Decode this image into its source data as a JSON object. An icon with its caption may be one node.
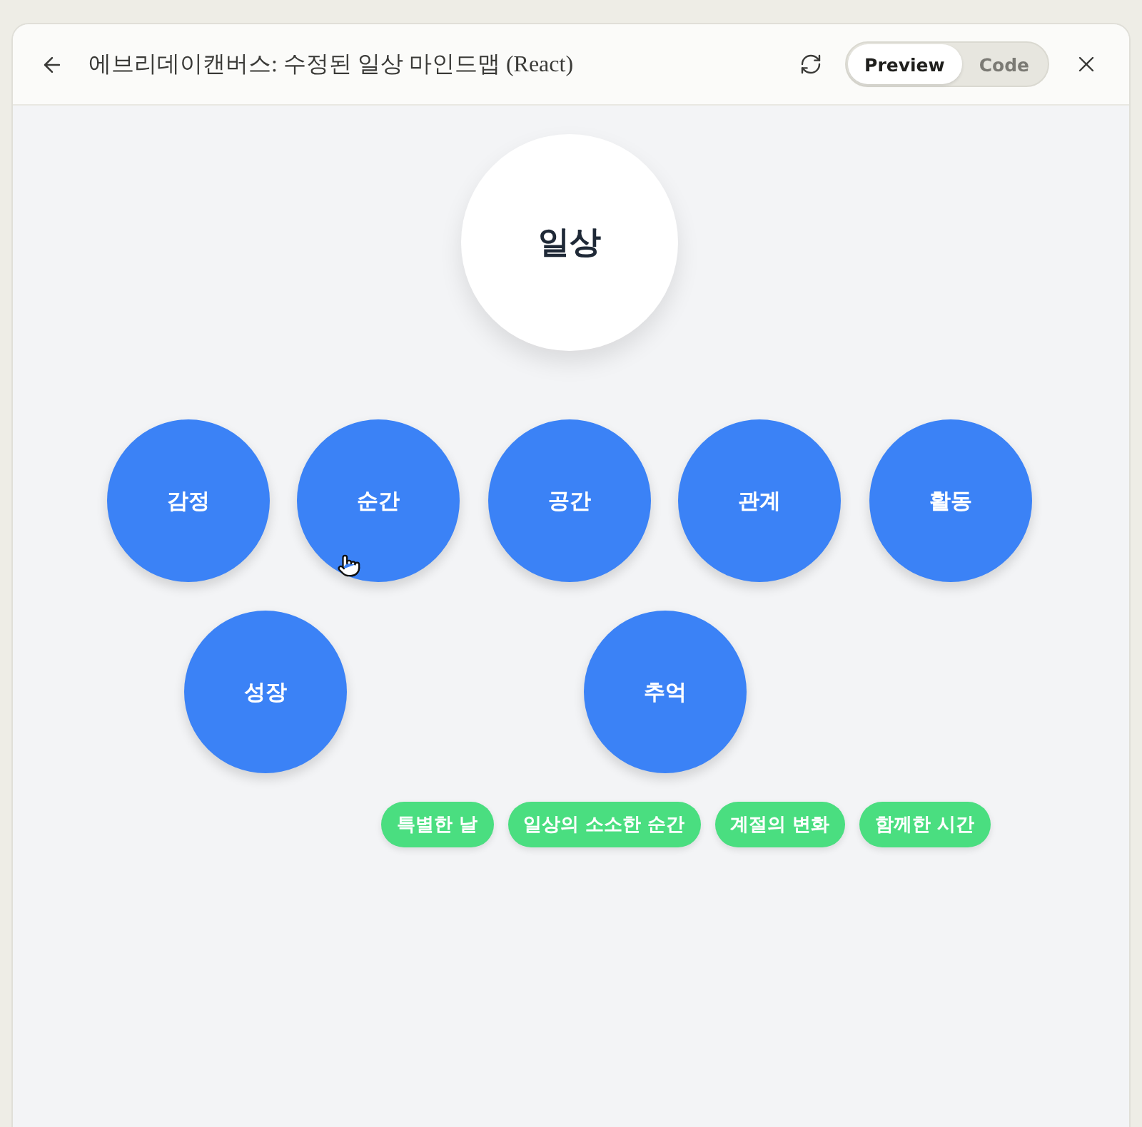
{
  "diagram": {
    "title": "에브리데이캔버스: 수정된 일상 마인드맵 (React)",
    "nodes": [
      {
        "text": [
          "일상"
        ]
      },
      {
        "text": [
          "감정"
        ]
      },
      {
        "text": [
          "순간"
        ]
      },
      {
        "text": [
          "공간"
        ]
      },
      {
        "text": [
          "관계"
        ]
      },
      {
        "text": [
          "활동"
        ]
      },
      {
        "text": [
          "성장"
        ]
      },
      {
        "text": [
          "추억"
        ]
      },
      {
        "text": [
          "특별한 날"
        ]
      },
      {
        "text": [
          "일상의 소소한 순간"
        ]
      },
      {
        "text": [
          "계절의 변화"
        ]
      },
      {
        "text": [
          "함께한 시간"
        ]
      }
    ],
    "labels": [
      "Preview",
      "Code"
    ]
  }
}
